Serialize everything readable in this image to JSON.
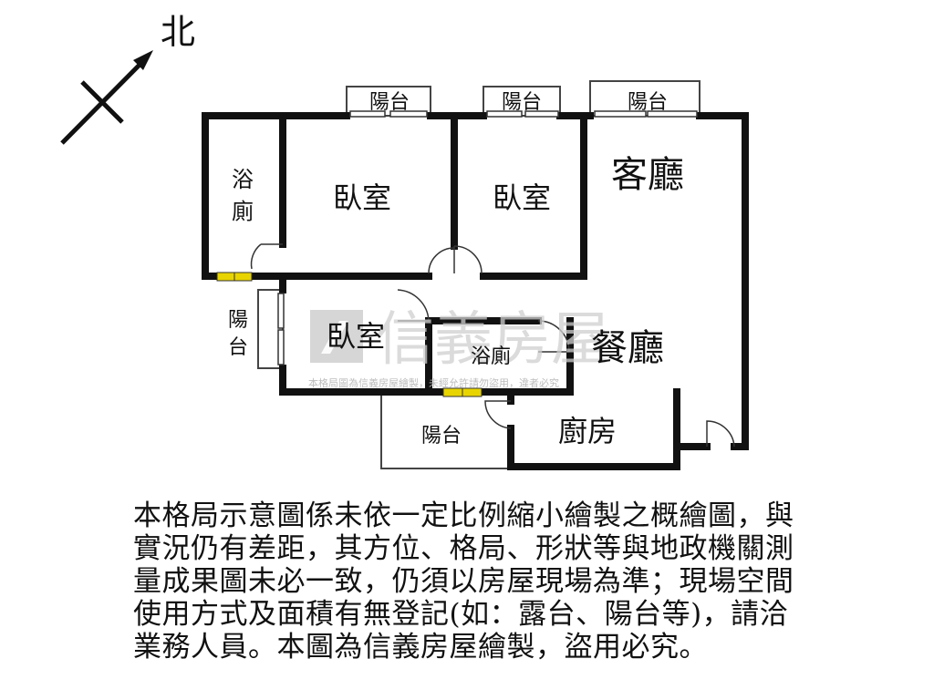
{
  "compass": {
    "label": "北"
  },
  "rooms": {
    "bath_top": "浴\n廁",
    "bedroom_1": "臥室",
    "bedroom_2": "臥室",
    "living": "客廳",
    "dining": "餐廳",
    "bedroom_3": "臥室",
    "bath_mid": "浴廁",
    "kitchen": "廚房",
    "balcony_top_1": "陽台",
    "balcony_top_2": "陽台",
    "balcony_top_3": "陽台",
    "balcony_left": "陽\n台",
    "balcony_bottom": "陽台"
  },
  "watermark": {
    "brand": "信義房屋",
    "notice": "本格局圖為信義房屋繪製，未經允許請勿盜用，違者必究"
  },
  "disclaimer": "本格局示意圖係未依一定比例縮小繪製之概繪圖，與\n實況仍有差距，其方位、格局、形狀等與地政機關測\n量成果圖未必一致，仍須以房屋現場為準；現場空間\n使用方式及面積有無登記(如：露台、陽台等)，請洽\n業務人員。本圖為信義房屋繪製，盜用必究。",
  "colors": {
    "wall": "#111111",
    "window": "#e8d400",
    "watermark": "#cfcfcf"
  }
}
